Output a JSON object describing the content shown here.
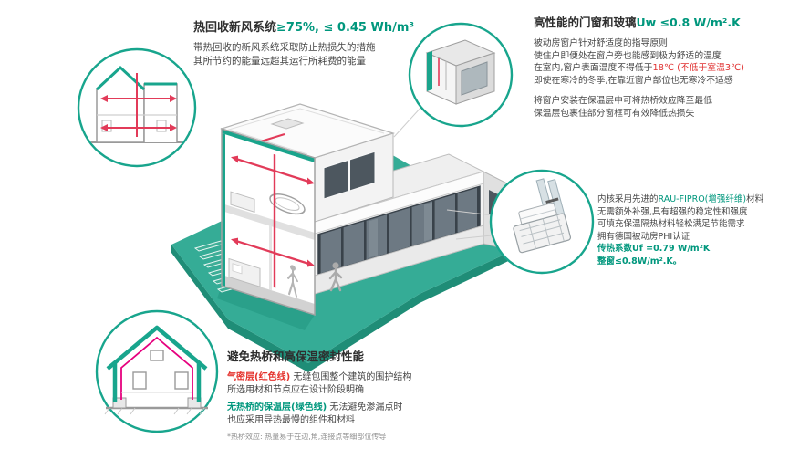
{
  "colors": {
    "accent_teal": "#18a58d",
    "text_green": "#00977d",
    "alert_red": "#e03131",
    "airtight_red": "#e5332e",
    "airtight_magenta": "#e6007e",
    "duct_red": "#e23b59",
    "grass_teal": "#35ac96",
    "dark_text": "#3c3c3c"
  },
  "hrv": {
    "title_main": "热回收新风系统",
    "title_value": "≥75%, ≤ 0.45 Wh/m³",
    "line1": "带热回收的新风系统采取防止热损失的措施",
    "line2": "其所节约的能量远超其运行所耗费的能量"
  },
  "windows": {
    "title_main": "高性能的门窗和玻璃",
    "title_value": "Uw ≤0.8 W/m².K",
    "line1": "被动房窗户针对舒适度的指导原则",
    "line2": "使住户即便处在窗户旁也能感到极为舒适的温度",
    "line3_pre": "在室内,窗户表面温度不得低于",
    "line3_temp": "18℃",
    "line3_note": " (不低于室温3℃)",
    "line4": "即使在寒冷的冬季,在靠近窗户部位也无寒冷不适感",
    "line5": "将窗户安装在保温层中可将热桥效应降至最低",
    "line6": "保温层包裹住部分窗框可有效降低热损失"
  },
  "profile": {
    "line1_pre": "内核采用先进的",
    "line1_brand": "RAU-FIPRO(增强纤维)",
    "line1_post": "材料",
    "line2": "无需额外补强,具有超强的稳定性和强度",
    "line3": "可填充保温隔热材料轻松满足节能需求",
    "line4": "拥有德国被动房PHI认证",
    "line5": "传热系数Uf =0.79 W/m²K",
    "line6": "整窗≤0.8W/m².K。"
  },
  "thermal": {
    "title": "避免热桥和高保温密封性能",
    "airtight_label": "气密层(红色线)",
    "airtight_rest": " 无缝包围整个建筑的围护结构",
    "airtight_line2": "所选用材和节点应在设计阶段明确",
    "bridge_label": "无热桥的保温层(绿色线)",
    "bridge_rest": " 无法避免渗漏点时",
    "bridge_line2": "也应采用导热最慢的组件和材料",
    "footnote": "*热桥效应: 热量易于在边,角,连接点等细部位传导"
  },
  "illustrations": {
    "hrv_circle": "house-cross-section-with-ventilation-arrows",
    "window_circle": "window-corner-cutaway-detail",
    "profile_circle": "window-frame-profile-3d",
    "thermal_circle": "house-outline-airtight-layer",
    "center": "isometric-passive-house-cutaway-on-green-site"
  }
}
